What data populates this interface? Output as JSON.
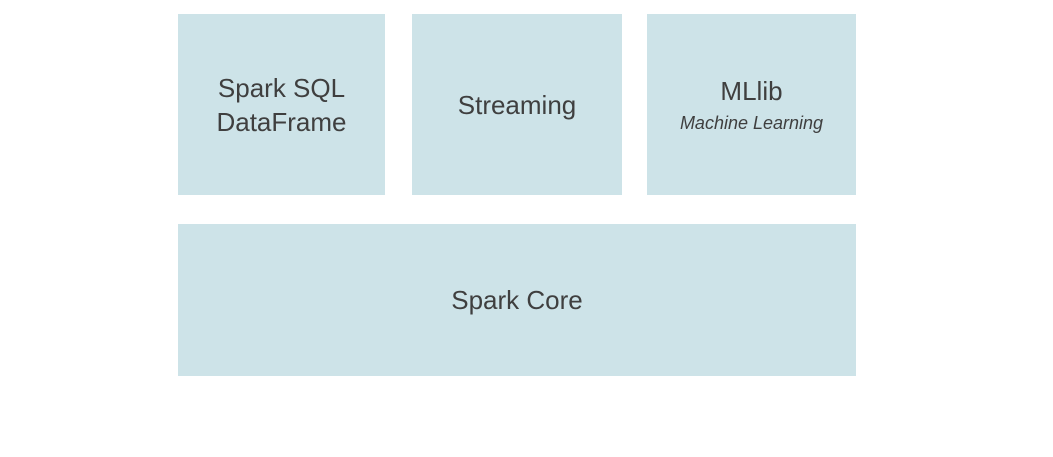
{
  "diagram": {
    "colors": {
      "background": "#ffffff",
      "box_fill": "#cde3e8",
      "text": "#3f3f3f"
    },
    "top_boxes": [
      {
        "lines": [
          "Spark SQL",
          "DataFrame"
        ],
        "subtitle": ""
      },
      {
        "lines": [
          "Streaming"
        ],
        "subtitle": ""
      },
      {
        "lines": [
          "MLlib"
        ],
        "subtitle": "Machine Learning"
      }
    ],
    "bottom_box": {
      "label": "Spark Core"
    }
  }
}
